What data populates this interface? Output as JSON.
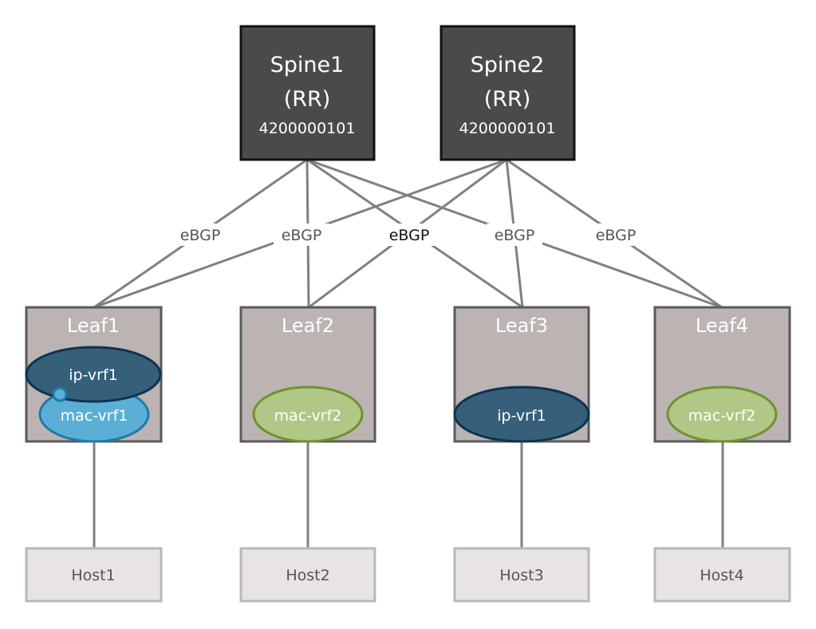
{
  "spines": [
    {
      "name": "Spine1",
      "role": "(RR)",
      "asn": "4200000101"
    },
    {
      "name": "Spine2",
      "role": "(RR)",
      "asn": "4200000101"
    }
  ],
  "leaves": [
    {
      "name": "Leaf1",
      "vrfs": [
        "ip-vrf1",
        "mac-vrf1"
      ]
    },
    {
      "name": "Leaf2",
      "vrfs": [
        "mac-vrf2"
      ]
    },
    {
      "name": "Leaf3",
      "vrfs": [
        "ip-vrf1"
      ]
    },
    {
      "name": "Leaf4",
      "vrfs": [
        "mac-vrf2"
      ]
    }
  ],
  "hosts": [
    "Host1",
    "Host2",
    "Host3",
    "Host4"
  ],
  "link_labels": [
    "eBGP",
    "eBGP",
    "eBGP",
    "eBGP",
    "eBGP"
  ],
  "colors": {
    "spine": "#4a4a4a",
    "leaf": "#bcb3b3",
    "host": "#e8e3e6",
    "ip_vrf": "#365f79",
    "mac_vrf1": "#5bafd6",
    "mac_vrf2": "#b0c786"
  }
}
